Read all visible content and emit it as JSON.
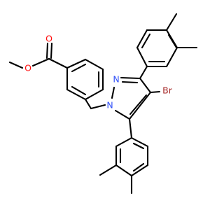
{
  "molecule": {
    "atoms": [
      {
        "id": "O_carbonyl",
        "label": "O",
        "color": "#ff0d0d"
      },
      {
        "id": "O_ester",
        "label": "O",
        "color": "#ff0d0d"
      },
      {
        "id": "N1",
        "label": "N",
        "color": "#3050f8"
      },
      {
        "id": "N2",
        "label": "N",
        "color": "#3050f8"
      },
      {
        "id": "Br",
        "label": "Br",
        "color": "#a62929"
      }
    ],
    "bond_color": "#000000"
  }
}
